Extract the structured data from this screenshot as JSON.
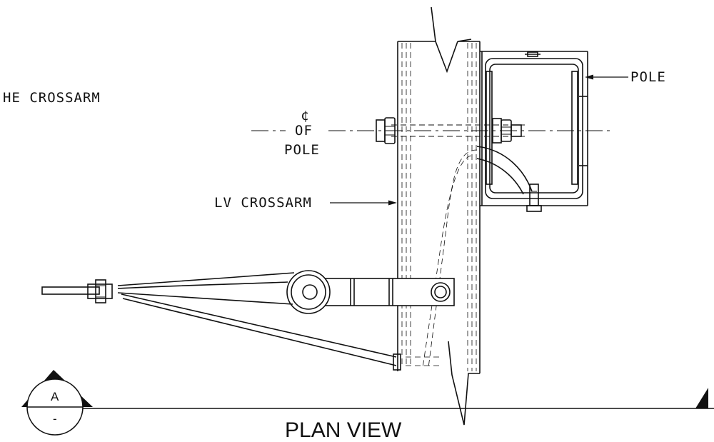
{
  "labels": {
    "crossarm_left": "HE CROSSARM",
    "pole": "POLE",
    "centerline_symbol": "¢",
    "centerline_of": "OF",
    "centerline_pole": "POLE",
    "lv_crossarm": "LV CROSSARM"
  },
  "section_marker": {
    "letter": "A",
    "sheet": "-"
  },
  "view_title": "PLAN VIEW"
}
